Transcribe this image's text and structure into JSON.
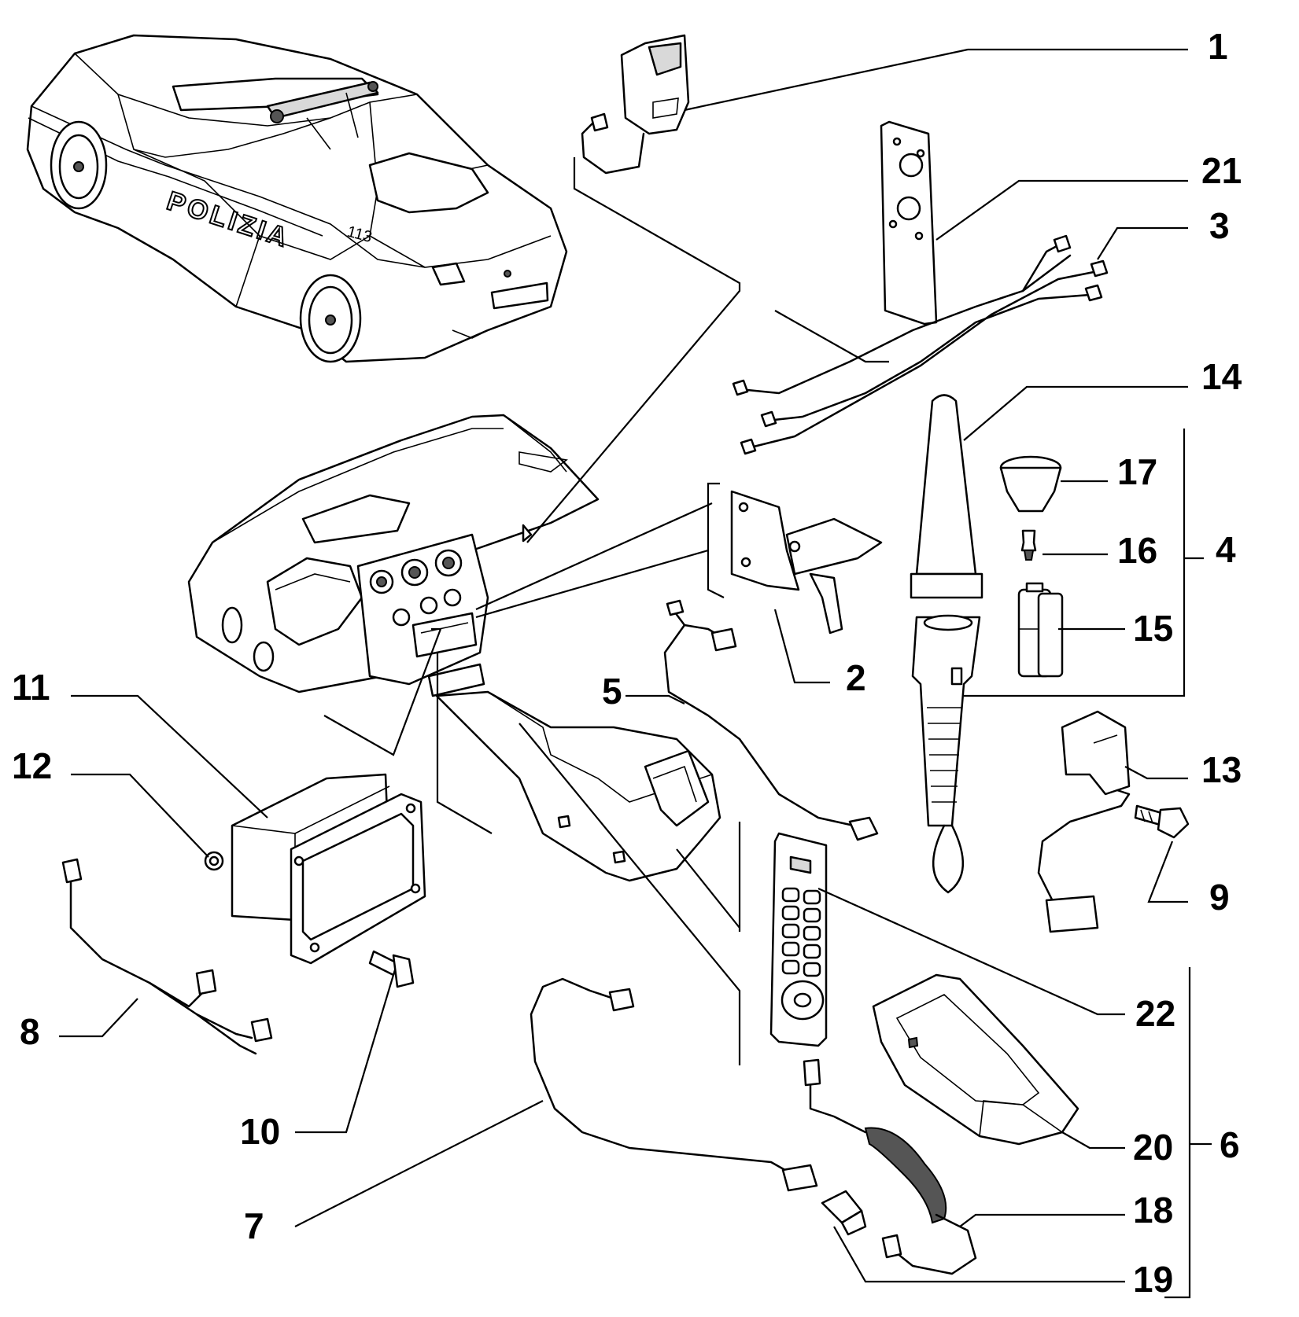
{
  "car": {
    "side_text": "POLIZIA",
    "plate_text": "113"
  },
  "callouts": {
    "p1": "1",
    "p2": "2",
    "p3": "3",
    "p4": "4",
    "p5": "5",
    "p6": "6",
    "p7": "7",
    "p8": "8",
    "p9": "9",
    "p10": "10",
    "p11": "11",
    "p12": "12",
    "p13": "13",
    "p14": "14",
    "p15": "15",
    "p16": "16",
    "p17": "17",
    "p18": "18",
    "p19": "19",
    "p20": "20",
    "p21": "21",
    "p22": "22"
  }
}
